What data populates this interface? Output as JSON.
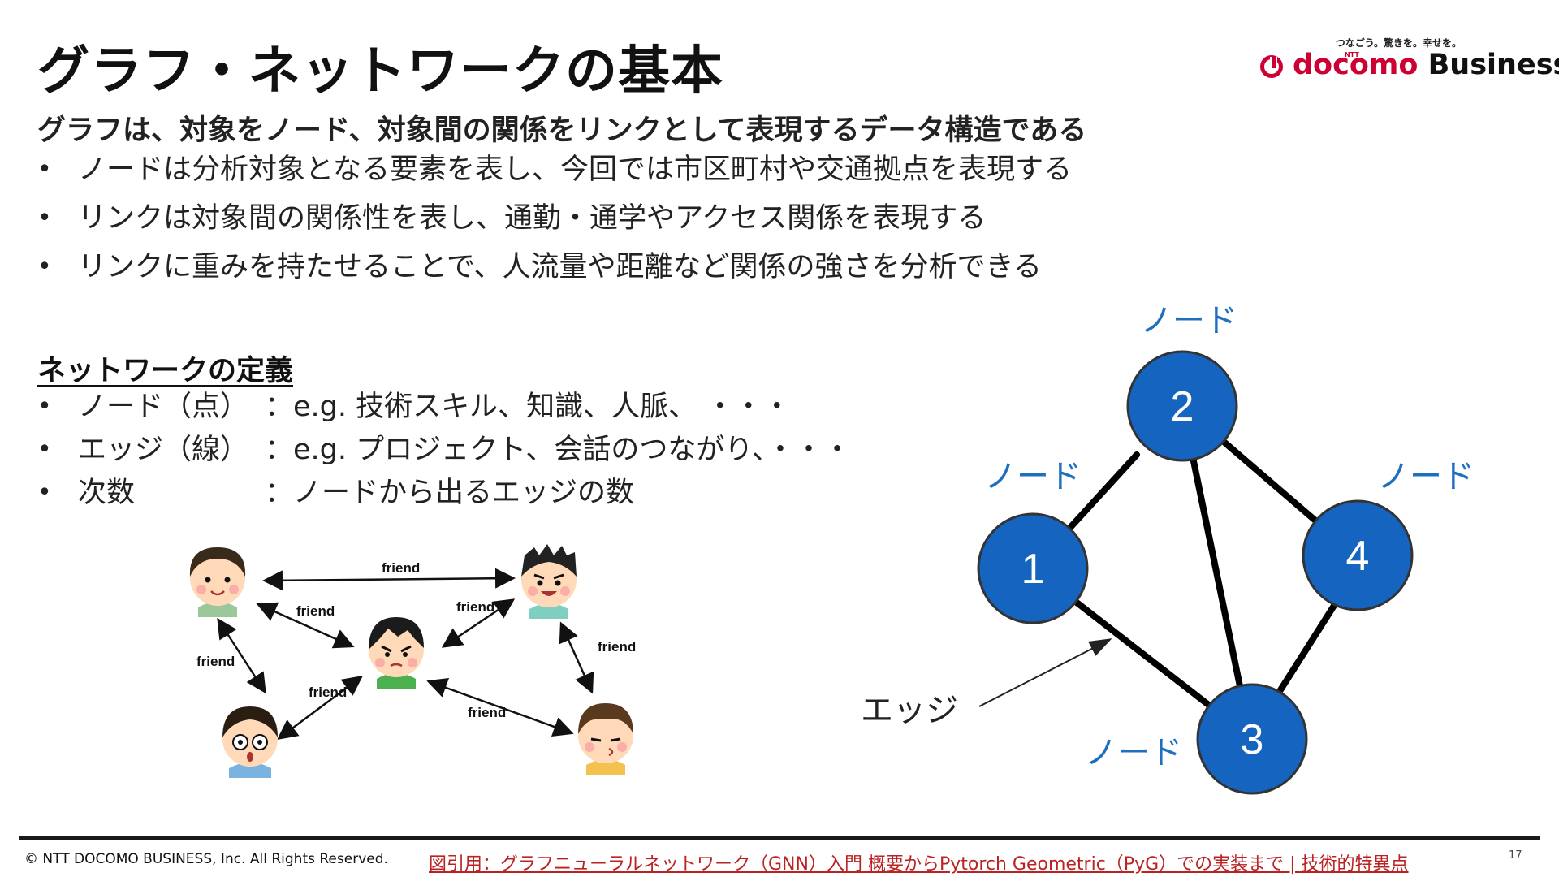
{
  "slide": {
    "title": "グラフ・ネットワークの基本",
    "lead": "グラフは、対象をノード、対象間の関係をリンクとして表現するデータ構造である",
    "bullets": [
      "ノードは分析対象となる要素を表し、今回では市区町村や交通拠点を表現する",
      "リンクは対象間の関係性を表し、通勤・通学やアクセス関係を表現する",
      "リンクに重みを持たせることで、人流量や距離など関係の強さを分析できる"
    ],
    "definition": {
      "title": "ネットワークの定義",
      "items": [
        {
          "term": "ノード（点）",
          "desc": "：e.g.  技術スキル、知識、人脈、 ・・・"
        },
        {
          "term": "エッジ（線）",
          "desc": "：e.g. プロジェクト、会話のつながり、・・・"
        },
        {
          "term": "次数",
          "desc": "：ノードから出るエッジの数"
        }
      ]
    }
  },
  "logo": {
    "tagline": "つなごう。驚きを。幸せを。",
    "ntt": "NTT",
    "brand_docomo": "docomo",
    "brand_business": "Business",
    "color": "#cc0033"
  },
  "illustration": {
    "edge_label": "friend",
    "edge_labels": [
      "friend",
      "friend",
      "friend",
      "friend",
      "friend",
      "friend",
      "friend"
    ]
  },
  "graph": {
    "node_color": "#1565c0",
    "label_color": "#1f6fbf",
    "nodes": [
      "1",
      "2",
      "3",
      "4"
    ],
    "node_caption": "ノード",
    "edge_caption": "エッジ"
  },
  "footer": {
    "copyright": "© NTT DOCOMO BUSINESS, Inc. All Rights Reserved.",
    "citation": "図引用：グラフニューラルネットワーク（GNN）入門 概要からPytorch Geometric（PyG）での実装まで | 技術的特異点",
    "page": "17"
  }
}
